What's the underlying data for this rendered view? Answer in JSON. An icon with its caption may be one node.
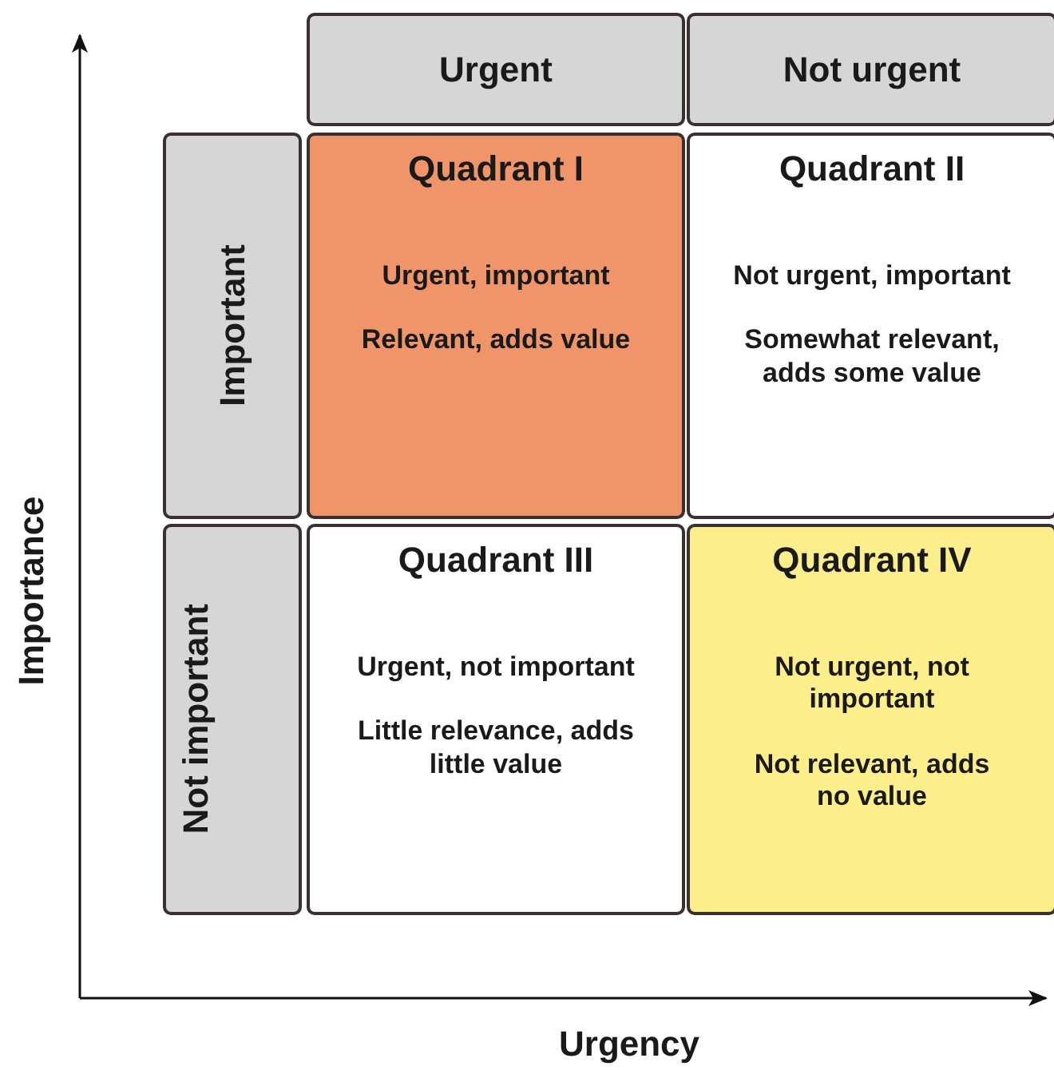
{
  "diagram": {
    "nodes": [
      {
        "text": [
          "Urgent"
        ]
      },
      {
        "text": [
          "Not urgent"
        ]
      },
      {
        "text": [
          "Important"
        ]
      },
      {
        "text": [
          "Quadrant I",
          "Urgent, important",
          "Relevant, adds value"
        ]
      },
      {
        "text": [
          "Quadrant II",
          "Not urgent, important",
          "Somewhat relevant, adds some value"
        ]
      },
      {
        "text": [
          "Not important"
        ]
      },
      {
        "text": [
          "Quadrant III",
          "Urgent, not important",
          "Little relevance, adds little value"
        ]
      },
      {
        "text": [
          "Quadrant IV",
          "Not urgent, not important",
          "Not relevant, adds no value"
        ]
      }
    ],
    "labels": [
      "Importance",
      "Urgency"
    ]
  }
}
